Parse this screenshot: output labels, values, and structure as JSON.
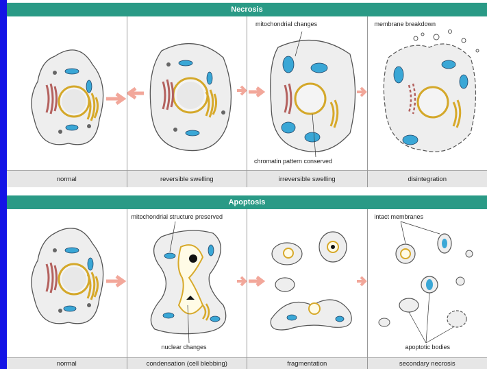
{
  "necrosis": {
    "title": "Necrosis",
    "stages": [
      {
        "caption": "normal"
      },
      {
        "caption": "reversible swelling"
      },
      {
        "caption": "irreversible swelling",
        "label_top": "mitochondrial changes",
        "label_bottom": "chromatin pattern conserved"
      },
      {
        "caption": "disintegration",
        "label_top": "membrane breakdown"
      }
    ]
  },
  "apoptosis": {
    "title": "Apoptosis",
    "stages": [
      {
        "caption": "normal"
      },
      {
        "caption": "condensation (cell blebbing)",
        "label_top": "mitochondrial structure preserved",
        "label_bottom": "nuclear changes"
      },
      {
        "caption": "fragmentation"
      },
      {
        "caption": "secondary necrosis",
        "label_top": "intact membranes",
        "label_bottom": "apoptotic bodies"
      }
    ]
  },
  "colors": {
    "band": "#2a9a86",
    "cytoplasm": "#eeeeee",
    "mitochondria": "#3aa7d6",
    "golgi": "#d7a92a",
    "er": "#b4625f",
    "nucleus": "#f0c23a",
    "arrow": "#f2a79a",
    "frame": "#1414e6"
  }
}
